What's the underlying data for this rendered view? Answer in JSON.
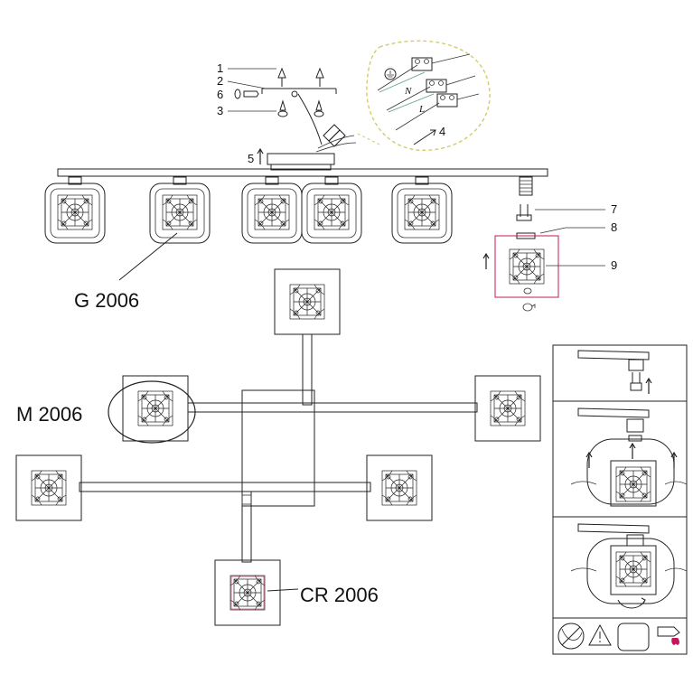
{
  "callouts": [
    "1",
    "2",
    "6",
    "3",
    "5",
    "4",
    "7",
    "8",
    "9"
  ],
  "wire_labels": [
    "N",
    "L"
  ],
  "models": {
    "g": "G 2006",
    "m": "M 2006",
    "cr": "CR 2006"
  },
  "icons": {
    "ground": "ground-symbol-icon",
    "warning": "warning-triangle-icon",
    "no_cleaning": "no-cleaning-icon",
    "glove": "glove-hand-icon",
    "arrow_up": "arrow-up-icon",
    "rotate": "rotate-icon"
  },
  "colors": {
    "line": "#222222",
    "highlight": "#c2185b",
    "bubble": "#e8e3a0",
    "wire_green": "#5aa08a"
  }
}
